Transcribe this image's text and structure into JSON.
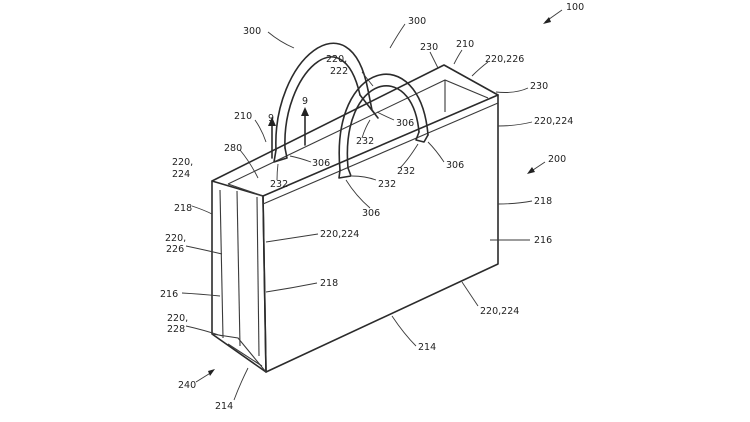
{
  "figure": {
    "labels": {
      "l100": "100",
      "l300a": "300",
      "l300b": "300",
      "l220_222a": "220,",
      "l220_222b": "222",
      "l230a": "230",
      "l210a": "210",
      "l220_226a": "220,226",
      "l230b": "230",
      "l9a": "9",
      "l9b": "9",
      "l306a": "306",
      "l210b": "210",
      "l220_224a": "220,224",
      "l232a": "232",
      "l280": "280",
      "l306b": "306",
      "l220_224b1": "220,",
      "l220_224b2": "224",
      "l232b": "232",
      "l232c": "232",
      "l306c": "306",
      "l200": "200",
      "l232d": "232",
      "l218a": "218",
      "l306d": "306",
      "l218b": "218",
      "l220_226b1": "220,",
      "l220_226b2": "226",
      "l220_224c": "220,224",
      "l216a": "216",
      "l218c": "218",
      "l216b": "216",
      "l220_228a": "220,",
      "l220_228b": "228",
      "l220_224d": "220,224",
      "l214a": "214",
      "l240": "240",
      "l214b": "214"
    }
  }
}
